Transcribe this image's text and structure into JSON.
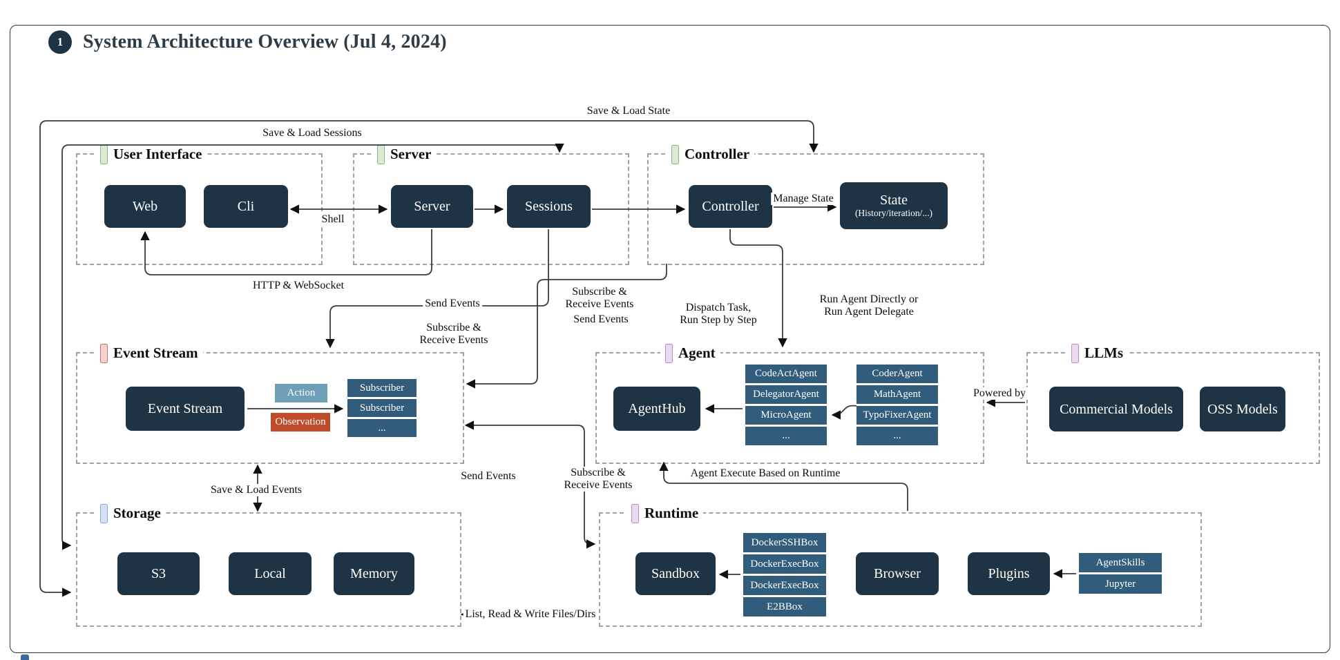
{
  "title": {
    "badge": "1",
    "text": "System Architecture Overview (Jul 4, 2024)"
  },
  "groups": {
    "user_interface": {
      "label": "User Interface"
    },
    "server": {
      "label": "Server"
    },
    "controller": {
      "label": "Controller"
    },
    "event_stream": {
      "label": "Event Stream"
    },
    "agent": {
      "label": "Agent"
    },
    "llms": {
      "label": "LLMs"
    },
    "storage": {
      "label": "Storage"
    },
    "runtime": {
      "label": "Runtime"
    }
  },
  "nodes": {
    "web": "Web",
    "cli": "Cli",
    "server": "Server",
    "sessions": "Sessions",
    "controller": "Controller",
    "state": "State",
    "state_sub": "(History/iteration/...)",
    "event_stream": "Event Stream",
    "agent_hub": "AgentHub",
    "commercial_models": "Commercial Models",
    "oss_models": "OSS Models",
    "s3": "S3",
    "local": "Local",
    "memory": "Memory",
    "sandbox": "Sandbox",
    "browser": "Browser",
    "plugins": "Plugins"
  },
  "chips": {
    "action": "Action",
    "observation": "Observation"
  },
  "stacks": {
    "subscribers": [
      "Subscriber",
      "Subscriber",
      "..."
    ],
    "agents_left": [
      "CodeActAgent",
      "DelegatorAgent",
      "MicroAgent",
      "..."
    ],
    "agents_right": [
      "CoderAgent",
      "MathAgent",
      "TypoFixerAgent",
      "..."
    ],
    "runtime_boxes": [
      "DockerSSHBox",
      "DockerExecBox",
      "DockerExecBox",
      "E2BBox"
    ],
    "plugin_boxes": [
      "AgentSkills",
      "Jupyter"
    ]
  },
  "edge_labels": {
    "save_load_state": "Save & Load State",
    "save_load_sessions": "Save & Load Sessions",
    "shell": "Shell",
    "http_websocket": "HTTP & WebSocket",
    "send_events_upper": "Send Events",
    "subscribe_receive_upper": "Subscribe &\nReceive Events",
    "subscribe_receive_mid": "Subscribe &\nReceive Events",
    "send_events_mid": "Send Events",
    "dispatch_task": "Dispatch Task,\nRun Step by Step",
    "run_agent": "Run Agent Directly or\nRun Agent Delegate",
    "manage_state": "Manage State",
    "powered_by": "Powered by",
    "agent_execute": "Agent Execute Based on Runtime",
    "send_events_lower": "Send Events",
    "subscribe_receive_lower": "Subscribe &\nReceive Events",
    "save_load_events": "Save & Load Events",
    "list_read_write": "List, Read & Write Files/Dirs"
  },
  "palette": {
    "node_fill": "#1e3445",
    "stack_fill": "#315c7c",
    "action_fill": "#6f9fb8",
    "observation_fill": "#bd4b2c",
    "tag_green": "#8fb383",
    "tag_red": "#c8736b",
    "tag_blue": "#8aa9d6",
    "tag_purple": "#b18fc5",
    "dashed_border": "#97a3ad",
    "arrow": "#3a3a3a"
  }
}
